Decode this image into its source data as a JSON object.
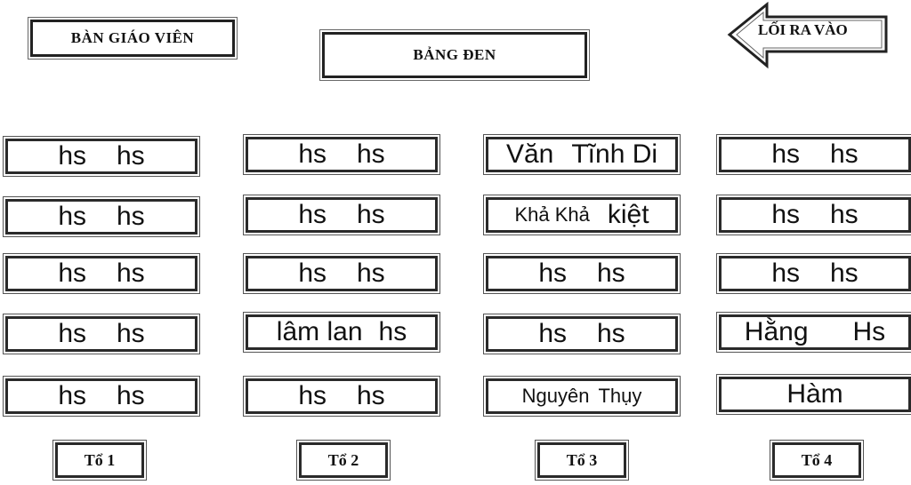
{
  "header": {
    "teacher_desk": "BÀN GIÁO VIÊN",
    "board": "BẢNG ĐEN",
    "exit": "LỐI RA VÀO"
  },
  "groups": [
    {
      "label": "Tổ 1",
      "desks": [
        [
          "hs",
          "hs"
        ],
        [
          "hs",
          "hs"
        ],
        [
          "hs",
          "hs"
        ],
        [
          "hs",
          "hs"
        ],
        [
          "hs",
          "hs"
        ]
      ]
    },
    {
      "label": "Tổ 2",
      "desks": [
        [
          "hs",
          "hs"
        ],
        [
          "hs",
          "hs"
        ],
        [
          "hs",
          "hs"
        ],
        [
          "lâm lan",
          "hs"
        ],
        [
          "hs",
          "hs"
        ]
      ]
    },
    {
      "label": "Tổ 3",
      "desks": [
        [
          "Văn",
          "Tĩnh Di"
        ],
        [
          "Khả Khả",
          "kiệt"
        ],
        [
          "hs",
          "hs"
        ],
        [
          "hs",
          "hs"
        ],
        [
          "Nguyên",
          "Thụy"
        ]
      ]
    },
    {
      "label": "Tổ 4",
      "desks": [
        [
          "hs",
          "hs"
        ],
        [
          "hs",
          "hs"
        ],
        [
          "hs",
          "hs"
        ],
        [
          "Hằng",
          "Hs"
        ],
        [
          "Hàm"
        ]
      ]
    }
  ]
}
